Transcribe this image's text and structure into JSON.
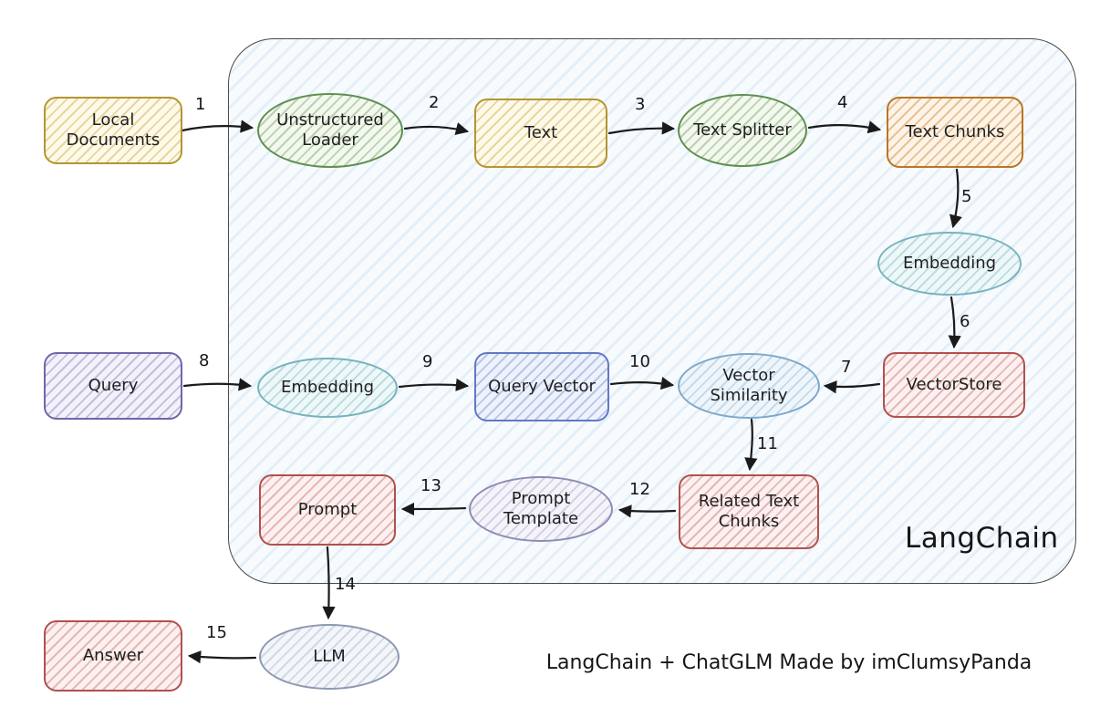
{
  "diagram": {
    "container_label": "LangChain",
    "caption": "LangChain + ChatGLM Made by imClumsyPanda"
  },
  "palette": {
    "yellow_border": "#b5952f",
    "green_border": "#5e8f4f",
    "orange_border": "#bb7426",
    "teal_border": "#77b3bd",
    "red_border": "#b2504d",
    "purple_border": "#6f66ab",
    "blue_border": "#6279c4",
    "lightblue_border": "#7fa8c9",
    "lavender_border": "#908bb5",
    "bluegray_border": "#8c99b0",
    "container_fill": "#f8fbfe",
    "arrow_color": "#1a1a1a"
  },
  "nodes": [
    {
      "id": "local-documents",
      "label": "Local Documents",
      "shape": "rect",
      "color": "yellow"
    },
    {
      "id": "unstructured-loader",
      "label": "Unstructured Loader",
      "shape": "ellipse",
      "color": "green"
    },
    {
      "id": "text",
      "label": "Text",
      "shape": "rect",
      "color": "yellow"
    },
    {
      "id": "text-splitter",
      "label": "Text Splitter",
      "shape": "ellipse",
      "color": "green"
    },
    {
      "id": "text-chunks",
      "label": "Text Chunks",
      "shape": "rect",
      "color": "orange"
    },
    {
      "id": "embedding-doc",
      "label": "Embedding",
      "shape": "ellipse",
      "color": "teal"
    },
    {
      "id": "vectorstore",
      "label": "VectorStore",
      "shape": "rect",
      "color": "red"
    },
    {
      "id": "query",
      "label": "Query",
      "shape": "rect",
      "color": "purple"
    },
    {
      "id": "embedding-query",
      "label": "Embedding",
      "shape": "ellipse",
      "color": "teal"
    },
    {
      "id": "query-vector",
      "label": "Query Vector",
      "shape": "rect",
      "color": "blue"
    },
    {
      "id": "vector-similarity",
      "label": "Vector Similarity",
      "shape": "ellipse",
      "color": "lightblue"
    },
    {
      "id": "related-text-chunks",
      "label": "Related Text Chunks",
      "shape": "rect",
      "color": "red"
    },
    {
      "id": "prompt-template",
      "label": "Prompt Template",
      "shape": "ellipse",
      "color": "lavender"
    },
    {
      "id": "prompt",
      "label": "Prompt",
      "shape": "rect",
      "color": "red"
    },
    {
      "id": "llm",
      "label": "LLM",
      "shape": "ellipse",
      "color": "bluegray"
    },
    {
      "id": "answer",
      "label": "Answer",
      "shape": "rect",
      "color": "red"
    }
  ],
  "edges": [
    {
      "label": "1",
      "from": "local-documents",
      "to": "unstructured-loader"
    },
    {
      "label": "2",
      "from": "unstructured-loader",
      "to": "text"
    },
    {
      "label": "3",
      "from": "text",
      "to": "text-splitter"
    },
    {
      "label": "4",
      "from": "text-splitter",
      "to": "text-chunks"
    },
    {
      "label": "5",
      "from": "text-chunks",
      "to": "embedding-doc"
    },
    {
      "label": "6",
      "from": "embedding-doc",
      "to": "vectorstore"
    },
    {
      "label": "7",
      "from": "vectorstore",
      "to": "vector-similarity"
    },
    {
      "label": "8",
      "from": "query",
      "to": "embedding-query"
    },
    {
      "label": "9",
      "from": "embedding-query",
      "to": "query-vector"
    },
    {
      "label": "10",
      "from": "query-vector",
      "to": "vector-similarity"
    },
    {
      "label": "11",
      "from": "vector-similarity",
      "to": "related-text-chunks"
    },
    {
      "label": "12",
      "from": "related-text-chunks",
      "to": "prompt-template"
    },
    {
      "label": "13",
      "from": "prompt-template",
      "to": "prompt"
    },
    {
      "label": "14",
      "from": "prompt",
      "to": "llm"
    },
    {
      "label": "15",
      "from": "llm",
      "to": "answer"
    }
  ]
}
